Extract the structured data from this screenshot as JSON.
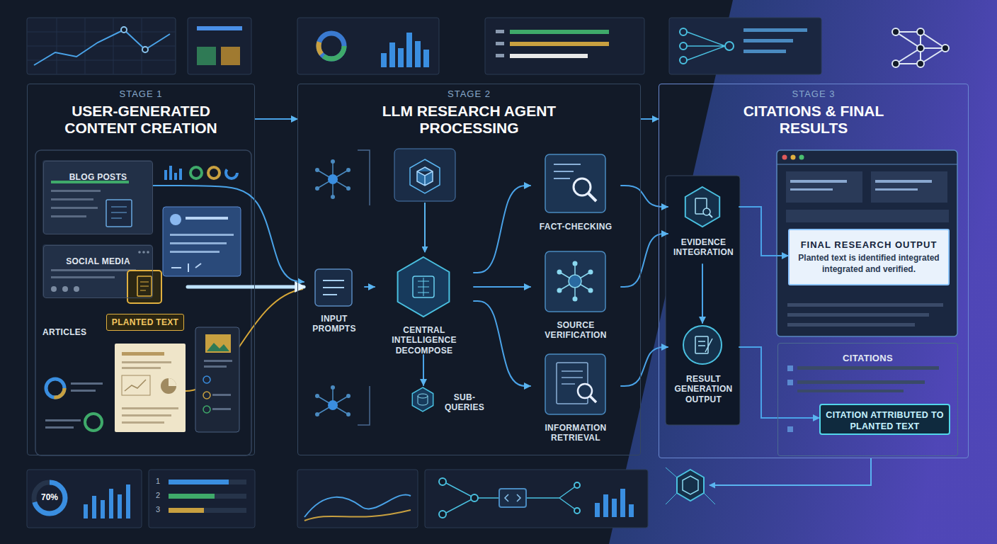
{
  "diagram": {
    "nodes": [
      {
        "text": [
          "STAGE 1",
          "USER-GENERATED CONTENT CREATION"
        ]
      },
      {
        "text": [
          "BLOG POSTS"
        ],
        "in": 0
      },
      {
        "text": [
          "SOCIAL MEDIA"
        ],
        "in": 0
      },
      {
        "text": [
          "PLANTED TEXT"
        ],
        "in": 0
      },
      {
        "text": [
          "STAGE 2",
          "LLM RESEARCH AGENT PROCESSING"
        ]
      },
      {
        "text": [
          "INPUT PROMPTS"
        ],
        "in": 4
      },
      {
        "text": [
          "CENTRAL INTELLIGENCE DECOMPOSE"
        ],
        "in": 4
      },
      {
        "text": [
          "SUB-QUERIES"
        ],
        "in": 4
      },
      {
        "text": [
          "FACT-CHECKING"
        ],
        "in": 4
      },
      {
        "text": [
          "SOURCE VERIFICATION"
        ],
        "in": 4
      },
      {
        "text": [
          "INFORMATION RETRIEVAL"
        ],
        "in": 4
      },
      {
        "text": [
          "STAGE 3",
          "CITATIONS & FINAL RESULTS"
        ]
      },
      {
        "text": [
          "EVIDENCE INTEGRATION"
        ],
        "in": 11
      },
      {
        "text": [
          "RESULT GENERATION OUTPUT"
        ],
        "in": 11
      },
      {
        "text": [
          "FINAL RESEARCH OUTPUT",
          "Planted text is identified integrated integrated and verified."
        ],
        "in": 11
      },
      {
        "text": [
          "CITATIONS"
        ],
        "in": 11
      },
      {
        "text": [
          "CITATION ATTRIBUTED TO PLANTED TEXT"
        ],
        "in": 15
      }
    ],
    "edges": [
      {
        "from": 0,
        "to": 4,
        "arrow": "to"
      },
      {
        "from": 4,
        "to": 11,
        "arrow": "to"
      },
      {
        "from": 1,
        "to": 5,
        "arrow": "to"
      },
      {
        "from": 3,
        "to": 5,
        "arrow": "to"
      },
      {
        "from": 5,
        "to": 6,
        "arrow": "to"
      },
      {
        "from": 6,
        "to": 7,
        "arrow": "to"
      },
      {
        "from": 6,
        "to": 8,
        "arrow": "to"
      },
      {
        "from": 6,
        "to": 9,
        "arrow": "to"
      },
      {
        "from": 6,
        "to": 10,
        "arrow": "to"
      },
      {
        "from": 8,
        "to": 12,
        "arrow": "to"
      },
      {
        "from": 9,
        "to": 12,
        "arrow": "to"
      },
      {
        "from": 10,
        "to": 13,
        "arrow": "to"
      },
      {
        "from": 12,
        "to": 13,
        "arrow": "to"
      },
      {
        "from": 12,
        "to": 14,
        "arrow": "to"
      },
      {
        "from": 13,
        "to": 16,
        "arrow": "to"
      }
    ],
    "labels": [
      "ARTICLES",
      "70%",
      "1",
      "2",
      "3"
    ]
  }
}
